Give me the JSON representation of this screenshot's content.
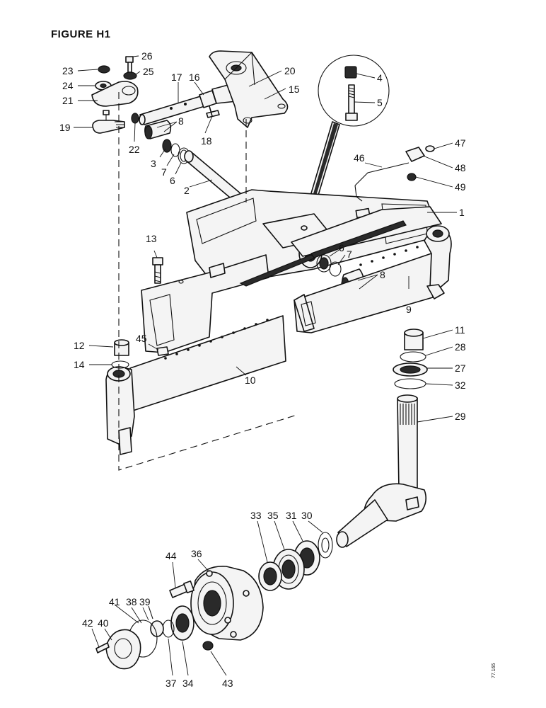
{
  "figure": {
    "title": "FIGURE  H1",
    "drawing_code": "77.165"
  },
  "callouts": {
    "c1": "1",
    "c2": "2",
    "c3": "3",
    "c4": "4",
    "c5": "5",
    "c6": "6",
    "c6b": "6",
    "c7": "7",
    "c7b": "7",
    "c8": "8",
    "c8b": "8",
    "c9": "9",
    "c10": "10",
    "c11": "11",
    "c12": "12",
    "c13": "13",
    "c14": "14",
    "c15": "15",
    "c16": "16",
    "c17": "17",
    "c18": "18",
    "c19": "19",
    "c20": "20",
    "c21": "21",
    "c22": "22",
    "c23": "23",
    "c24": "24",
    "c25": "25",
    "c26": "26",
    "c27": "27",
    "c28": "28",
    "c29": "29",
    "c30": "30",
    "c31": "31",
    "c32": "32",
    "c33": "33",
    "c34": "34",
    "c35": "35",
    "c36": "36",
    "c37": "37",
    "c38": "38",
    "c39": "39",
    "c40": "40",
    "c41": "41",
    "c42": "42",
    "c43": "43",
    "c44": "44",
    "c45": "45",
    "c46": "46",
    "c47": "47",
    "c48": "48",
    "c49": "49"
  }
}
